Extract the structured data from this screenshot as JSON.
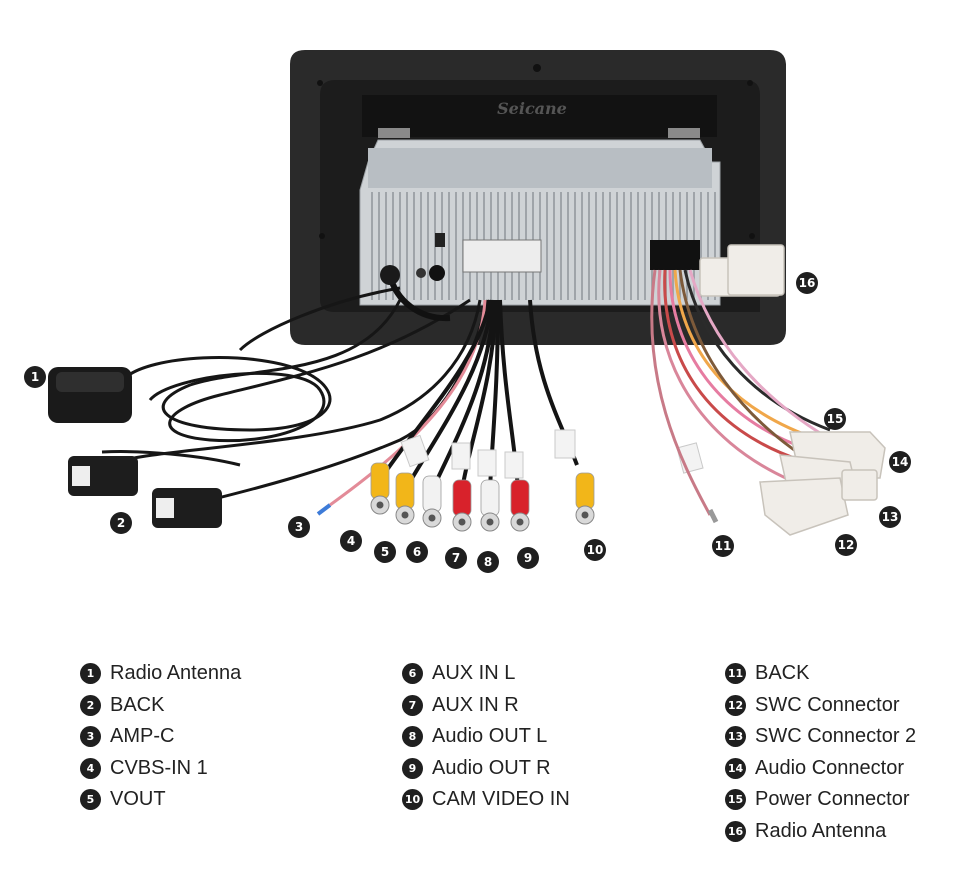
{
  "brand_logo": "Seicane",
  "callouts": [
    "1",
    "2",
    "3",
    "4",
    "5",
    "6",
    "7",
    "8",
    "9",
    "10",
    "11",
    "12",
    "13",
    "14",
    "15",
    "16"
  ],
  "legend": {
    "col1": [
      {
        "num": "1",
        "label": "Radio Antenna"
      },
      {
        "num": "2",
        "label": "BACK"
      },
      {
        "num": "3",
        "label": "AMP-C"
      },
      {
        "num": "4",
        "label": "CVBS-IN 1"
      },
      {
        "num": "5",
        "label": "VOUT"
      }
    ],
    "col2": [
      {
        "num": "6",
        "label": "AUX IN L"
      },
      {
        "num": "7",
        "label": "AUX IN R"
      },
      {
        "num": "8",
        "label": "Audio OUT L"
      },
      {
        "num": "9",
        "label": "Audio OUT R"
      },
      {
        "num": "10",
        "label": "CAM VIDEO IN"
      }
    ],
    "col3": [
      {
        "num": "11",
        "label": "BACK"
      },
      {
        "num": "12",
        "label": "SWC Connector"
      },
      {
        "num": "13",
        "label": "SWC Connector 2"
      },
      {
        "num": "14",
        "label": "Audio Connector"
      },
      {
        "num": "15",
        "label": "Power Connector"
      },
      {
        "num": "16",
        "label": "Radio Antenna"
      }
    ]
  },
  "colors": {
    "frame": "#2b2b2b",
    "chassis": "#cfd3d6",
    "wire_black": "#1a1a1a",
    "rca_yellow": "#f2b619",
    "rca_red": "#d8222b",
    "rca_white": "#f2f2f2",
    "connector": "#f0ede8",
    "badge": "#1f1f1f"
  }
}
